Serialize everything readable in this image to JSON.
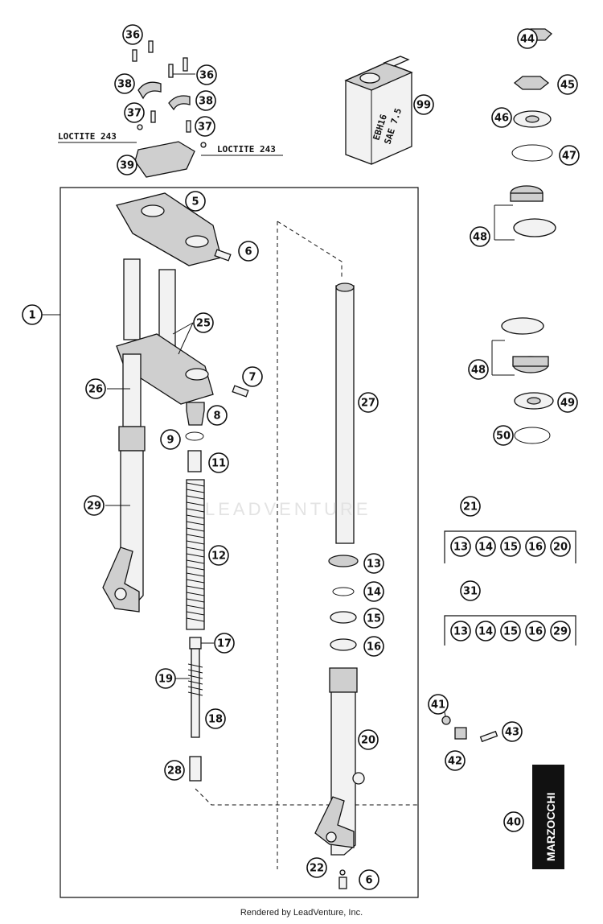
{
  "diagram": {
    "callouts": [
      {
        "id": "c44",
        "label": "44"
      },
      {
        "id": "c45",
        "label": "45"
      },
      {
        "id": "c46",
        "label": "46"
      },
      {
        "id": "c47",
        "label": "47"
      },
      {
        "id": "c48a",
        "label": "48"
      },
      {
        "id": "c48b",
        "label": "48"
      },
      {
        "id": "c49",
        "label": "49"
      },
      {
        "id": "c50",
        "label": "50"
      },
      {
        "id": "c36a",
        "label": "36"
      },
      {
        "id": "c36b",
        "label": "36"
      },
      {
        "id": "c38a",
        "label": "38"
      },
      {
        "id": "c38b",
        "label": "38"
      },
      {
        "id": "c37a",
        "label": "37"
      },
      {
        "id": "c37b",
        "label": "37"
      },
      {
        "id": "c39",
        "label": "39"
      },
      {
        "id": "c99",
        "label": "99"
      },
      {
        "id": "c1",
        "label": "1"
      },
      {
        "id": "c5",
        "label": "5"
      },
      {
        "id": "c6a",
        "label": "6"
      },
      {
        "id": "c25",
        "label": "25"
      },
      {
        "id": "c7",
        "label": "7"
      },
      {
        "id": "c26",
        "label": "26"
      },
      {
        "id": "c8",
        "label": "8"
      },
      {
        "id": "c9",
        "label": "9"
      },
      {
        "id": "c11",
        "label": "11"
      },
      {
        "id": "c29",
        "label": "29"
      },
      {
        "id": "c12",
        "label": "12"
      },
      {
        "id": "c17",
        "label": "17"
      },
      {
        "id": "c19",
        "label": "19"
      },
      {
        "id": "c18",
        "label": "18"
      },
      {
        "id": "c28",
        "label": "28"
      },
      {
        "id": "c27",
        "label": "27"
      },
      {
        "id": "c13",
        "label": "13"
      },
      {
        "id": "c14",
        "label": "14"
      },
      {
        "id": "c15",
        "label": "15"
      },
      {
        "id": "c16",
        "label": "16"
      },
      {
        "id": "c20",
        "label": "20"
      },
      {
        "id": "c22",
        "label": "22"
      },
      {
        "id": "c6b",
        "label": "6"
      },
      {
        "id": "c21",
        "label": "21"
      },
      {
        "id": "c31",
        "label": "31"
      },
      {
        "id": "c41",
        "label": "41"
      },
      {
        "id": "c42",
        "label": "42"
      },
      {
        "id": "c43",
        "label": "43"
      },
      {
        "id": "c40",
        "label": "40"
      }
    ],
    "kit21_items": [
      "13",
      "14",
      "15",
      "16",
      "20"
    ],
    "kit31_items": [
      "13",
      "14",
      "15",
      "16",
      "29"
    ],
    "loctite_left": "LOCTITE 243",
    "loctite_right": "LOCTITE 243",
    "oil_label_line1": "EBH16",
    "oil_label_line2": "SAE 7.5",
    "brand_plate": "MARZOCCHI",
    "watermark": "LEADVENTURE",
    "footer": "Rendered by LeadVenture, Inc."
  }
}
